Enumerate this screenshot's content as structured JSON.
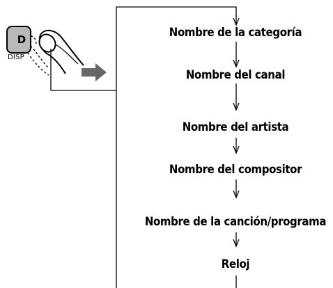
{
  "display_button": {
    "key_letter": "D",
    "caption": "DISP",
    "key_color": "#b9b9b9",
    "arrow_color": "#666666"
  },
  "sequence": [
    {
      "label": "Nombre de la categoría"
    },
    {
      "label": "Nombre del canal"
    },
    {
      "label": "Nombre del artista"
    },
    {
      "label": "Nombre del compositor"
    },
    {
      "label": "Nombre de la canción/programa"
    },
    {
      "label": "Reloj"
    }
  ]
}
